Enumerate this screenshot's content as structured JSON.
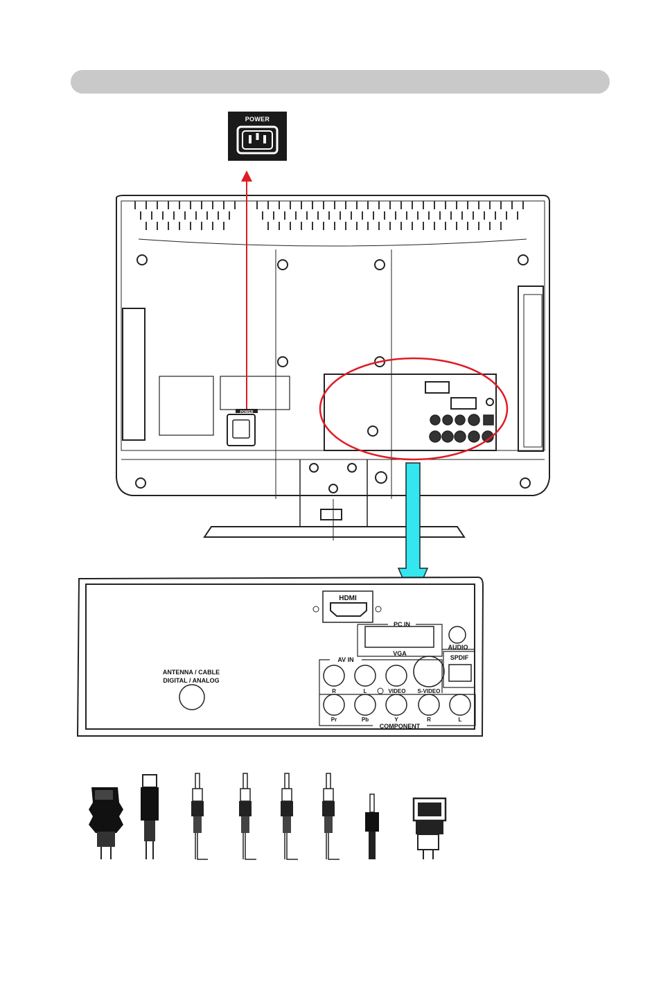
{
  "power_inset": {
    "label": "POWER"
  },
  "tv_back": {
    "power_small_label": "POWER"
  },
  "panel": {
    "hdmi": "HDMI",
    "pc_in": "PC  IN",
    "vga": "VGA",
    "audio": "AUDIO",
    "spdif": "SPDIF",
    "av_in": "AV  IN",
    "antenna_line1": "ANTENNA / CABLE",
    "antenna_line2": "DIGITAL / ANALOG",
    "av_labels": [
      "R",
      "L",
      "VIDEO",
      "S-VIDEO"
    ],
    "component_labels": [
      "Pr",
      "Pb",
      "Y",
      "R",
      "L"
    ],
    "component": "COMPONENT"
  },
  "colors": {
    "highlight_ellipse": "#e01b24",
    "power_arrow": "#e01b24",
    "down_arrow_fill": "#33e6f0",
    "header_bar": "#c9c9c9"
  },
  "icons": [
    "power-socket-icon",
    "hdmi-cable-icon",
    "rca-plug-icon",
    "audio-jack-plug-icon",
    "vga-plug-icon"
  ]
}
